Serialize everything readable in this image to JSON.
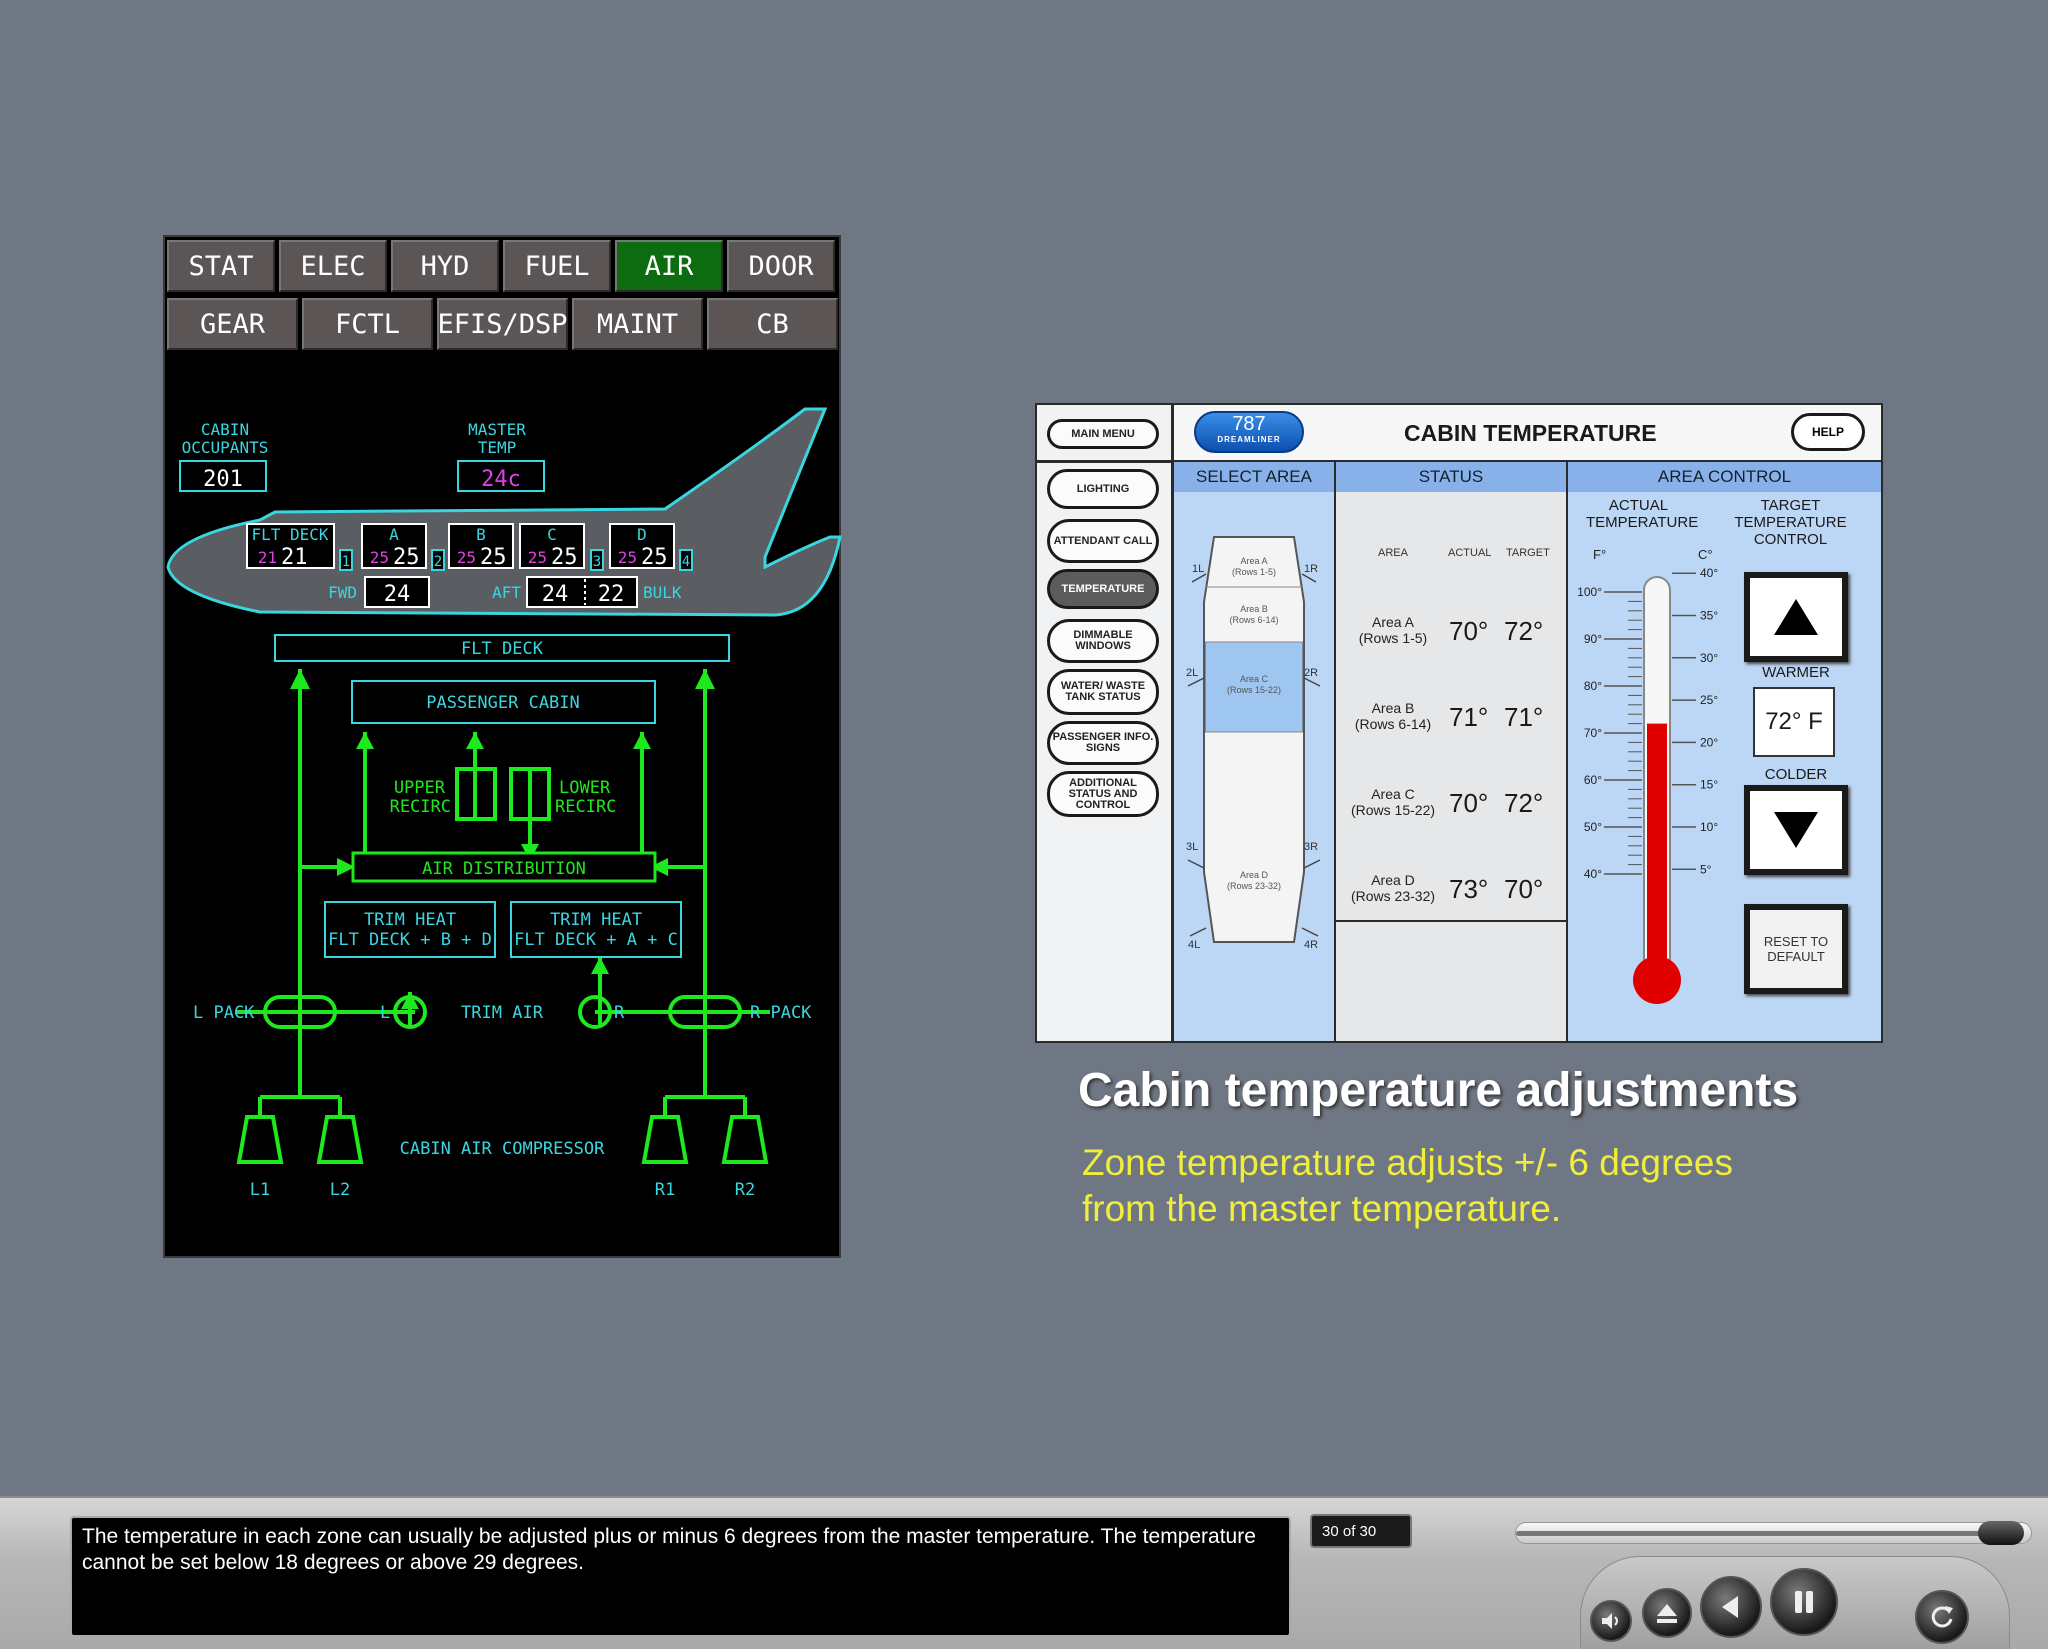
{
  "synoptic": {
    "tabs_row1": [
      "STAT",
      "ELEC",
      "HYD",
      "FUEL",
      "AIR",
      "DOOR"
    ],
    "tabs_row2": [
      "GEAR",
      "FCTL",
      "EFIS/DSP",
      "MAINT",
      "CB"
    ],
    "active_tab": "AIR",
    "cabin_occupants_label_1": "CABIN",
    "cabin_occupants_label_2": "OCCUPANTS",
    "cabin_occupants_value": "201",
    "master_temp_label_1": "MASTER",
    "master_temp_label_2": "TEMP",
    "master_temp_value": "24c",
    "zones": [
      {
        "label": "FLT DECK",
        "target": "21",
        "actual": "21"
      },
      {
        "label": "A",
        "target": "25",
        "actual": "25",
        "index": "1"
      },
      {
        "label": "B",
        "target": "25",
        "actual": "25",
        "index": "2"
      },
      {
        "label": "C",
        "target": "25",
        "actual": "25",
        "index": "3"
      },
      {
        "label": "D",
        "target": "25",
        "actual": "25",
        "index": "4"
      }
    ],
    "fwd_label": "FWD",
    "fwd_value": "24",
    "aft_label": "AFT",
    "aft_value": "24",
    "bulk_value": "22",
    "bulk_label": "BULK",
    "flt_deck_label": "FLT DECK",
    "passenger_cabin_label": "PASSENGER CABIN",
    "upper_recirc_1": "UPPER",
    "upper_recirc_2": "RECIRC",
    "lower_recirc_1": "LOWER",
    "lower_recirc_2": "RECIRC",
    "air_distribution_label": "AIR DISTRIBUTION",
    "trim_heat_left_1": "TRIM HEAT",
    "trim_heat_left_2": "FLT DECK + B + D",
    "trim_heat_right_1": "TRIM HEAT",
    "trim_heat_right_2": "FLT DECK + A + C",
    "l_pack": "L PACK",
    "r_pack": "R PACK",
    "l_label": "L",
    "r_label": "R",
    "trim_air": "TRIM AIR",
    "cabin_air_compressor": "CABIN AIR COMPRESSOR",
    "compressors": [
      "L1",
      "L2",
      "R1",
      "R2"
    ]
  },
  "cabin_temp_panel": {
    "side_buttons": [
      "MAIN MENU",
      "LIGHTING",
      "ATTENDANT CALL",
      "TEMPERATURE",
      "DIMMABLE WINDOWS",
      "WATER/ WASTE TANK STATUS",
      "PASSENGER INFO. SIGNS",
      "ADDITIONAL STATUS AND CONTROL"
    ],
    "selected_button": "TEMPERATURE",
    "logo_number": "787",
    "logo_text": "DREAMLINER",
    "title": "CABIN TEMPERATURE",
    "help": "HELP",
    "col_select_area": "SELECT AREA",
    "col_status": "STATUS",
    "col_area_control": "AREA CONTROL",
    "status_headers": [
      "AREA",
      "ACTUAL",
      "TARGET"
    ],
    "areas": [
      {
        "name": "Area A",
        "rows": "(Rows 1-5)",
        "actual": "70°",
        "target": "72°"
      },
      {
        "name": "Area B",
        "rows": "(Rows 6-14)",
        "actual": "71°",
        "target": "71°"
      },
      {
        "name": "Area C",
        "rows": "(Rows 15-22)",
        "actual": "70°",
        "target": "72°"
      },
      {
        "name": "Area D",
        "rows": "(Rows 23-32)",
        "actual": "73°",
        "target": "70°"
      }
    ],
    "door_labels": [
      "1L",
      "1R",
      "2L",
      "2R",
      "3L",
      "3R",
      "4L",
      "4R"
    ],
    "map_area_labels": [
      {
        "name": "Area A",
        "rows": "(Rows 1-5)"
      },
      {
        "name": "Area B",
        "rows": "(Rows 6-14)"
      },
      {
        "name": "Area C",
        "rows": "(Rows 15-22)"
      },
      {
        "name": "Area D",
        "rows": "(Rows 23-32)"
      }
    ],
    "selected_area": "Area C",
    "actual_temp_label_1": "ACTUAL",
    "actual_temp_label_2": "TEMPERATURE",
    "target_temp_label_1": "TARGET",
    "target_temp_label_2": "TEMPERATURE",
    "target_temp_label_3": "CONTROL",
    "unit_f": "F°",
    "unit_c": "C°",
    "f_ticks": [
      "100°",
      "90°",
      "80°",
      "70°",
      "60°",
      "50°",
      "40°"
    ],
    "c_ticks": [
      "40°",
      "35°",
      "30°",
      "25°",
      "20°",
      "15°",
      "10°",
      "5°"
    ],
    "thermometer_reading_f": 72,
    "warmer": "WARMER",
    "colder": "COLDER",
    "target_value": "72° F",
    "reset_1": "RESET TO",
    "reset_2": "DEFAULT"
  },
  "caption": {
    "title": "Cabin temperature adjustments",
    "text": "Zone temperature adjusts +/- 6 degrees from the master temperature."
  },
  "player": {
    "transcript": "The temperature in each zone can usually be adjusted plus or minus 6 degrees from the master temperature. The temperature cannot be set below 18 degrees or above 29 degrees.",
    "page_count": "30 of 30",
    "progress_fraction": 0.97,
    "icons": [
      "volume-icon",
      "eject-icon",
      "rewind-icon",
      "pause-icon",
      "replay-icon"
    ]
  },
  "colors": {
    "background": "#6f7784",
    "synoptic_green": "#1ee81e",
    "synoptic_cyan": "#3ad6e0",
    "synoptic_magenta": "#e040e0",
    "panel_blue": "#bcd6f5",
    "panel_header_blue": "#87b1e8",
    "thermometer_red": "#e00000",
    "caption_yellow": "#f0ee3a"
  }
}
